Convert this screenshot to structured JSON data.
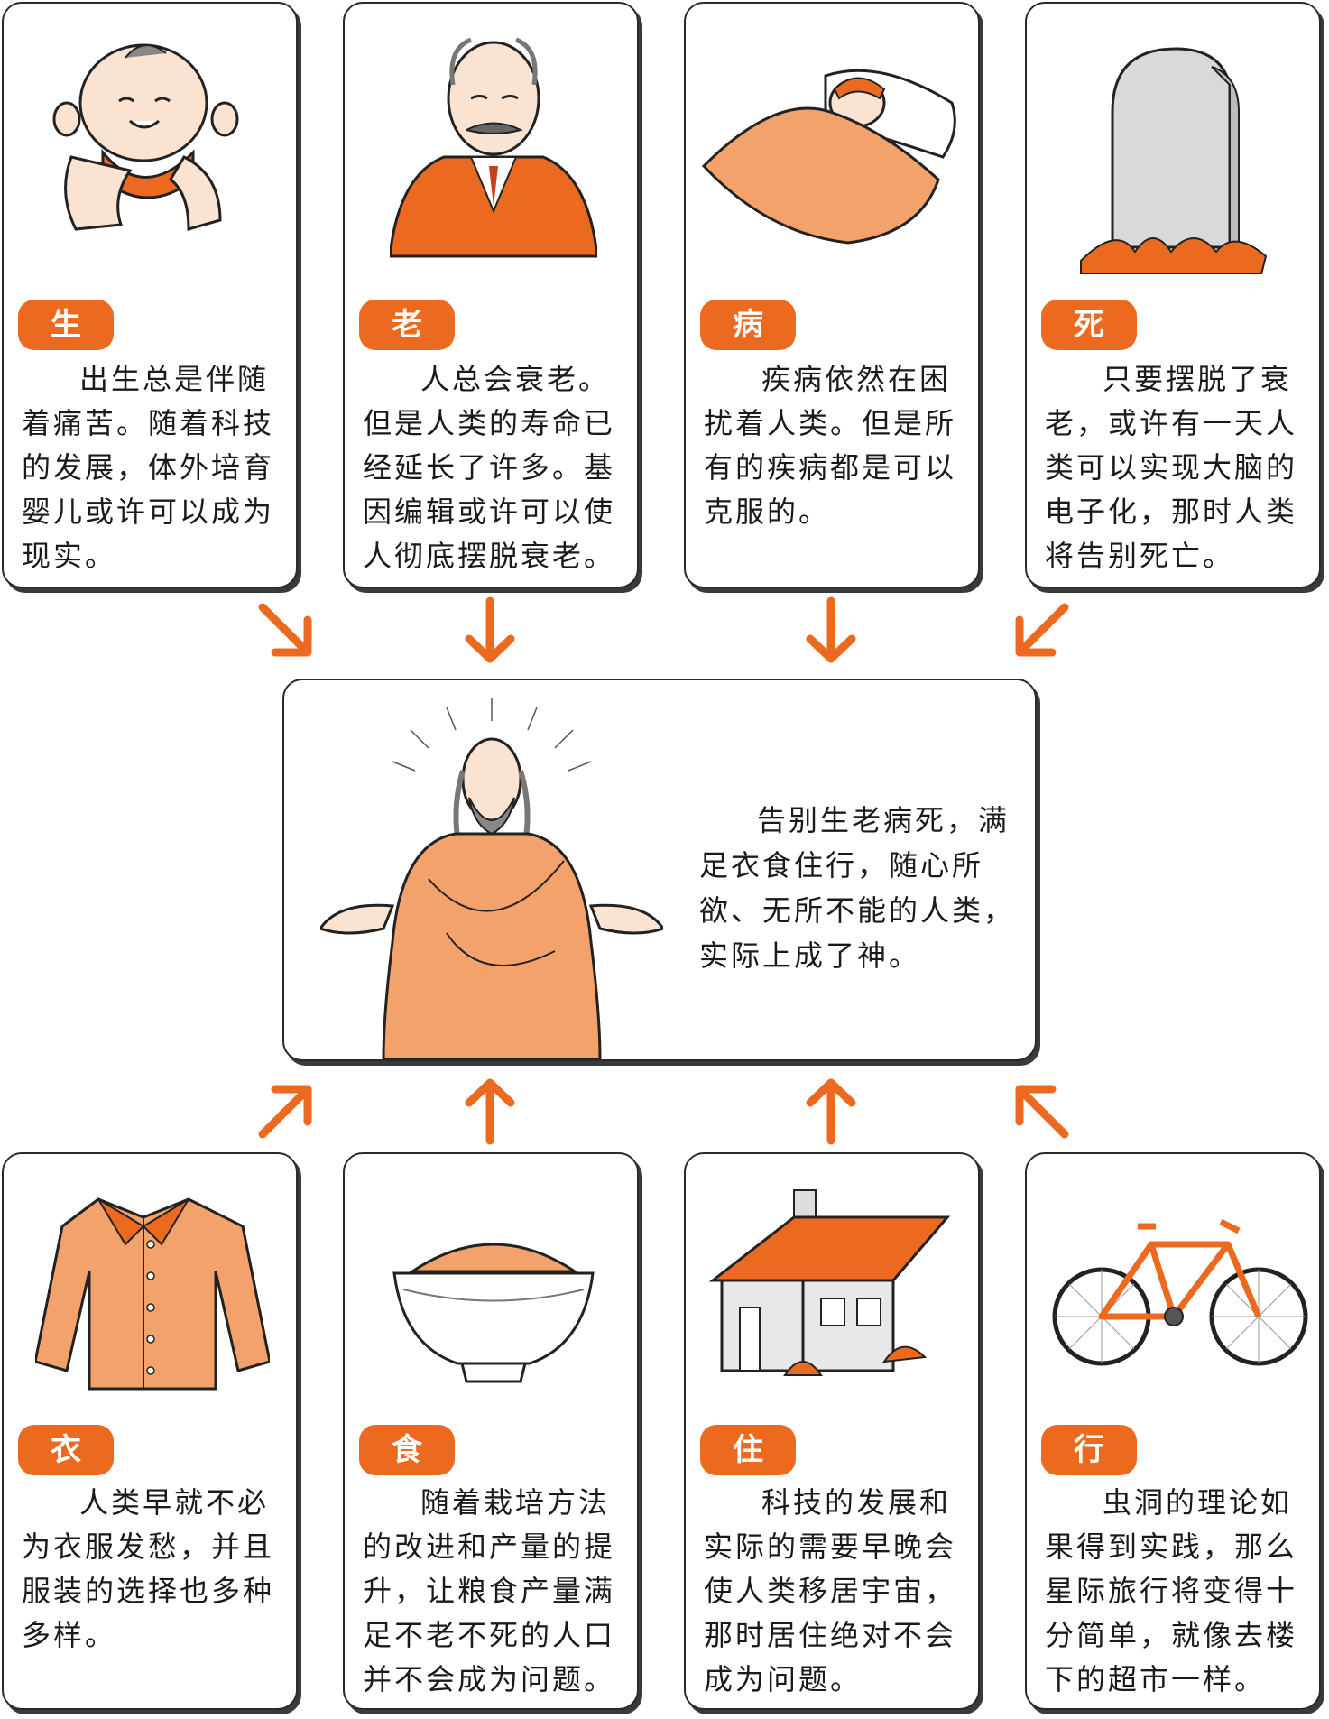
{
  "top": [
    {
      "label": "生",
      "text": "出生总是伴随着痛苦。随着科技的发展，体外培育婴儿或许可以成为现实。"
    },
    {
      "label": "老",
      "text": "人总会衰老。但是人类的寿命已经延长了许多。基因编辑或许可以使人彻底摆脱衰老。"
    },
    {
      "label": "病",
      "text": "疾病依然在困扰着人类。但是所有的疾病都是可以克服的。"
    },
    {
      "label": "死",
      "text": "只要摆脱了衰老，或许有一天人类可以实现大脑的电子化，那时人类将告别死亡。"
    }
  ],
  "bottom": [
    {
      "label": "衣",
      "text": "人类早就不必为衣服发愁，并且服装的选择也多种多样。"
    },
    {
      "label": "食",
      "text": "随着栽培方法的改进和产量的提升，让粮食产量满足不老不死的人口并不会成为问题。"
    },
    {
      "label": "住",
      "text": "科技的发展和实际的需要早晚会使人类移居宇宙，那时居住绝对不会成为问题。"
    },
    {
      "label": "行",
      "text": "虫洞的理论如果得到实践，那么星际旅行将变得十分简单，就像去楼下的超市一样。"
    }
  ],
  "center": {
    "text": "告别生老病死，满足衣食住行，随心所欲、无所不能的人类，实际上成了神。"
  },
  "colors": {
    "accent": "#ec6a1f",
    "accent_light": "#f4a26b",
    "border": "#2a2a2a"
  }
}
